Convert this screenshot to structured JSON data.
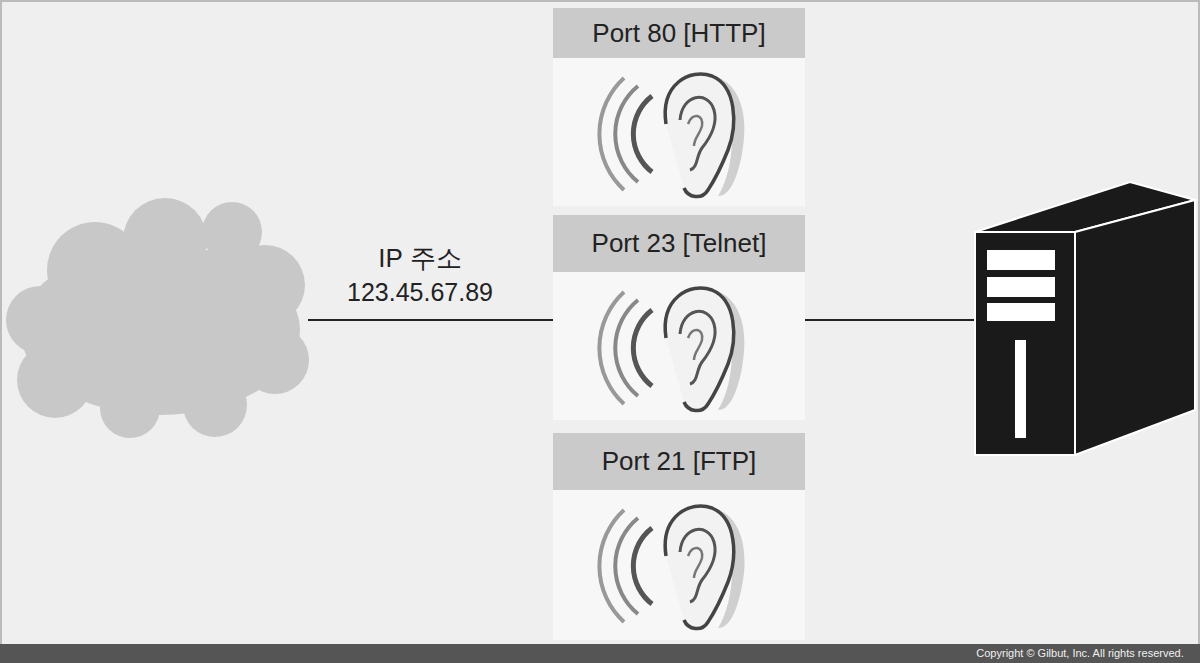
{
  "diagram": {
    "nodes": [
      {
        "text": [
          "Port 80 [HTTP]"
        ]
      },
      {
        "text": [
          "Port 23 [Telnet]"
        ]
      },
      {
        "text": [
          "Port 21 [FTP]"
        ]
      }
    ],
    "labels": [
      "IP 주소",
      "123.45.67.89",
      "Copyright © Gilbut, Inc. All rights reserved."
    ]
  }
}
